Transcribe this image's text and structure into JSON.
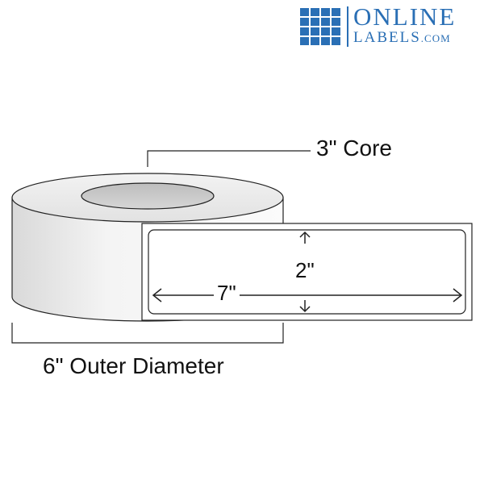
{
  "brand": {
    "line1": "ONLINE",
    "line2": "LABELS",
    "line3": ".COM",
    "color": "#2a6fb5",
    "icon": "grid-logo-icon"
  },
  "dimensions": {
    "core": "3\" Core",
    "outer_diameter": "6\" Outer Diameter",
    "label_width": "7\"",
    "label_height": "2\""
  }
}
